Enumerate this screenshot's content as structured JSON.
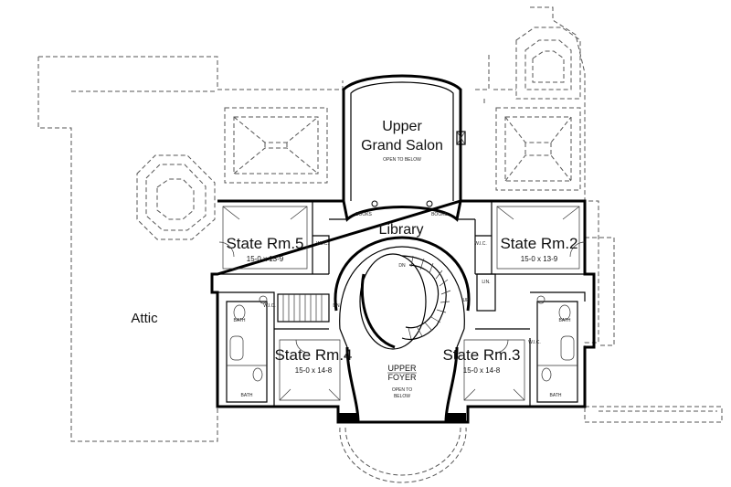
{
  "labels": {
    "upper_grand_salon_1": "Upper",
    "upper_grand_salon_2": "Grand Salon",
    "open_to_below": "OPEN TO BELOW",
    "library": "Library",
    "books_left": "BOOKS",
    "books_right": "BOOKS",
    "state_rm5": "State Rm.5",
    "state_rm5_dim": "15-0 x 13-9",
    "state_rm2": "State Rm.2",
    "state_rm2_dim": "15-0 x 13-9",
    "state_rm4": "State Rm.4",
    "state_rm4_dim": "15-0 x 14-8",
    "state_rm3": "State Rm.3",
    "state_rm3_dim": "15-0 x 14-8",
    "upper_foyer_1": "UPPER",
    "upper_foyer_2": "FOYER",
    "foyer_open_1": "OPEN TO",
    "foyer_open_2": "BELOW",
    "attic": "Attic",
    "wic": "W.I.C.",
    "bath": "BATH",
    "dn": "DN",
    "up": "UP",
    "lin": "LIN."
  }
}
